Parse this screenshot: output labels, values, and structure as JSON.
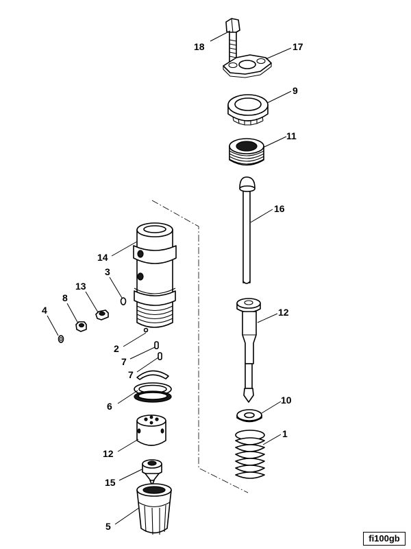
{
  "figure_id": "fi100gb",
  "callouts": {
    "p18": "18",
    "p17": "17",
    "p9": "9",
    "p11": "11",
    "p16": "16",
    "p12a": "12",
    "p10": "10",
    "p1": "1",
    "p14": "14",
    "p3": "3",
    "p13": "13",
    "p8": "8",
    "p4": "4",
    "p2": "2",
    "p7a": "7",
    "p7b": "7",
    "p6": "6",
    "p12b": "12",
    "p15": "15",
    "p5": "5"
  }
}
